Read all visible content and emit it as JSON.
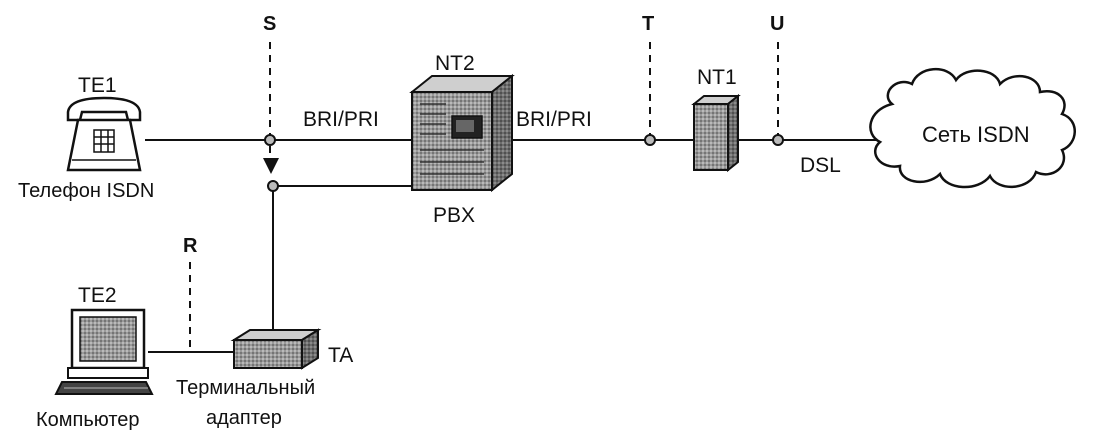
{
  "ref_points": {
    "s": "S",
    "t": "T",
    "u": "U",
    "r": "R"
  },
  "devices": {
    "te1": {
      "label": "TE1",
      "caption": "Телефон ISDN"
    },
    "nt2": {
      "label": "NT2",
      "caption": "PBX"
    },
    "nt1": {
      "label": "NT1"
    },
    "te2": {
      "label": "TE2",
      "caption": "Компьютер"
    },
    "ta": {
      "label": "TA",
      "caption_line1": "Терминальный",
      "caption_line2": "адаптер"
    },
    "network": {
      "label": "Сеть ISDN"
    }
  },
  "links": {
    "left_bri_pri": "BRI/PRI",
    "right_bri_pri": "BRI/PRI",
    "dsl": "DSL"
  }
}
